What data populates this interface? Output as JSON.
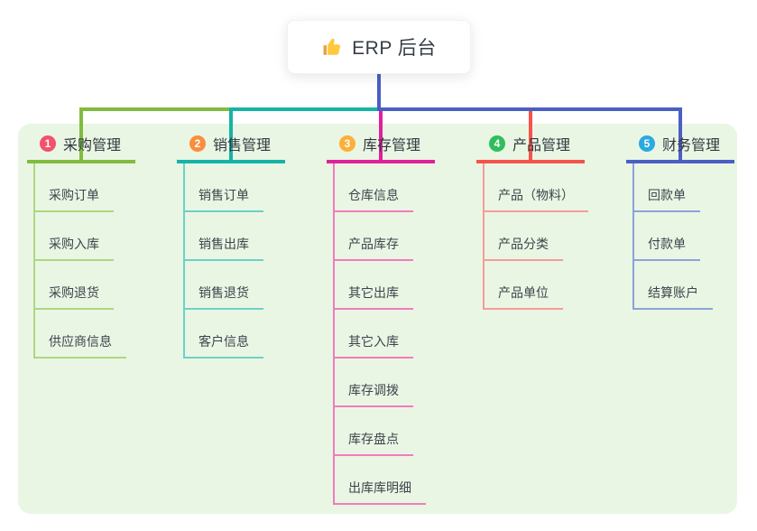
{
  "root": {
    "title": "ERP 后台",
    "icon": "thumbs-up-icon",
    "icon_color": "#FFC83D"
  },
  "canvas_bg": "#EAF6E4",
  "trunk_color": "#4A5FC4",
  "branches": [
    {
      "badge": "1",
      "label": "采购管理",
      "badge_color": "#F4516C",
      "color": "#82BB3F",
      "light_color": "#ADD77F",
      "children": [
        "采购订单",
        "采购入库",
        "采购退货",
        "供应商信息"
      ]
    },
    {
      "badge": "2",
      "label": "销售管理",
      "badge_color": "#F98E3D",
      "color": "#17B3A6",
      "light_color": "#6BD2C8",
      "children": [
        "销售订单",
        "销售出库",
        "销售退货",
        "客户信息"
      ]
    },
    {
      "badge": "3",
      "label": "库存管理",
      "badge_color": "#FBB03B",
      "color": "#DF219B",
      "light_color": "#F27BBF",
      "children": [
        "仓库信息",
        "产品库存",
        "其它出库",
        "其它入库",
        "库存调拨",
        "库存盘点",
        "出库库明细"
      ]
    },
    {
      "badge": "4",
      "label": "产品管理",
      "badge_color": "#2FBE5C",
      "color": "#F4544C",
      "light_color": "#F59D97",
      "children": [
        "产品（物料）",
        "产品分类",
        "产品单位"
      ]
    },
    {
      "badge": "5",
      "label": "财务管理",
      "badge_color": "#2BA9E1",
      "color": "#4A5FC4",
      "light_color": "#8CA3DC",
      "children": [
        "回款单",
        "付款单",
        "结算账户"
      ]
    }
  ]
}
